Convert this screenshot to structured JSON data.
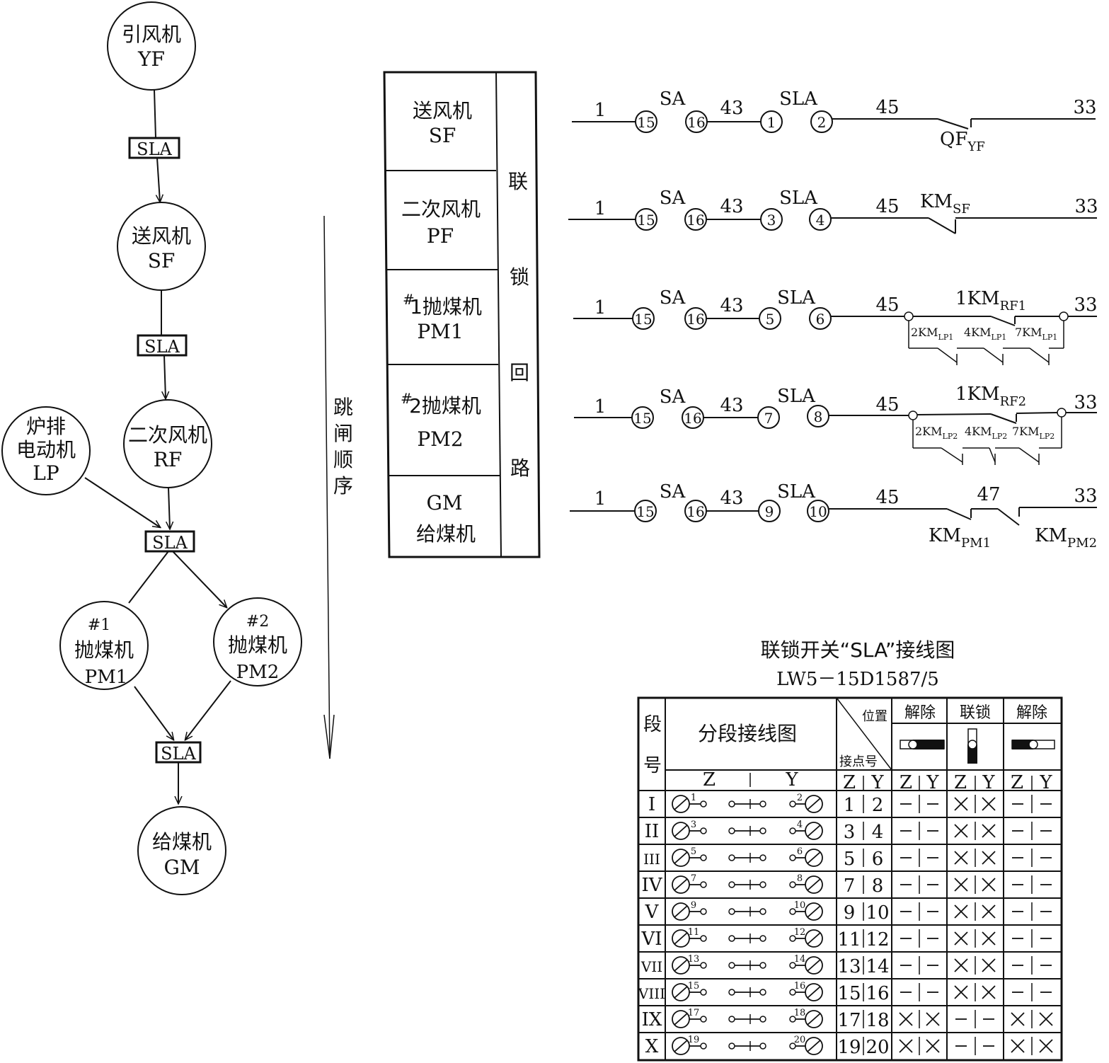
{
  "flow": {
    "yf": {
      "line1": "引风机",
      "line2": "YF"
    },
    "sf": {
      "line1": "送风机",
      "line2": "SF"
    },
    "rf": {
      "line1": "二次风机",
      "line2": "RF"
    },
    "lp": {
      "line1": "炉排",
      "line2": "电动机",
      "line3": "LP"
    },
    "pm1": {
      "sup": "#1",
      "line1": "抛煤机",
      "line2": "PM1"
    },
    "pm2": {
      "sup": "#2",
      "line1": "抛煤机",
      "line2": "PM2"
    },
    "gm": {
      "line1": "给煤机",
      "line2": "GM"
    },
    "sla_label": "SLA",
    "trip_order": [
      "跳",
      "闸",
      "顺",
      "序"
    ]
  },
  "table": {
    "rows": [
      {
        "l1": "送风机",
        "l2": "SF"
      },
      {
        "l1": "二次风机",
        "l2": "PF"
      },
      {
        "sup": "#",
        "l1": "1抛煤机",
        "l2": "PM1"
      },
      {
        "sup": "#",
        "l1": "2抛煤机",
        "l2": "PM2"
      },
      {
        "l1": "GM",
        "l2": "给煤机"
      }
    ],
    "right_label": [
      "联",
      "锁",
      "回",
      "路"
    ]
  },
  "circuits": {
    "n1": "1",
    "sa": "SA",
    "n43": "43",
    "sla": "SLA",
    "n45": "45",
    "n33": "33",
    "n47": "47",
    "c15": "15",
    "c16": "16",
    "pairs": [
      [
        "1",
        "2"
      ],
      [
        "3",
        "4"
      ],
      [
        "5",
        "6"
      ],
      [
        "7",
        "8"
      ],
      [
        "9",
        "10"
      ]
    ],
    "qf": {
      "main": "QF",
      "sub": "YF"
    },
    "kmsf": {
      "main": "KM",
      "sub": "SF"
    },
    "km_rf1": {
      "main": "1KM",
      "sub": "RF1"
    },
    "km_rf2": {
      "main": "1KM",
      "sub": "RF2"
    },
    "lp1": [
      {
        "main": "2KM",
        "sub": "LP1"
      },
      {
        "main": "4KM",
        "sub": "LP1"
      },
      {
        "main": "7KM",
        "sub": "LP1"
      }
    ],
    "lp2": [
      {
        "main": "2KM",
        "sub": "LP2"
      },
      {
        "main": "4KM",
        "sub": "LP2"
      },
      {
        "main": "7KM",
        "sub": "LP2"
      }
    ],
    "kmpm1": {
      "main": "KM",
      "sub": "PM1"
    },
    "kmpm2": {
      "main": "KM",
      "sub": "PM2"
    }
  },
  "sla_table": {
    "title": "联锁开关“SLA”接线图",
    "model": "LW5－15D1587/5",
    "h_duan": "段",
    "h_hao": "号",
    "h_wiring": "分段接线图",
    "h_pos": "位置",
    "h_contact": "接点号",
    "h_release1": "解除",
    "h_lock": "联锁",
    "h_release2": "解除",
    "z": "Z",
    "y": "Y",
    "rows": [
      {
        "seg": "I",
        "a": "1",
        "b": "2",
        "s": [
          "open",
          "cross",
          "open"
        ]
      },
      {
        "seg": "II",
        "a": "3",
        "b": "4",
        "s": [
          "open",
          "cross",
          "open"
        ]
      },
      {
        "seg": "III",
        "a": "5",
        "b": "6",
        "s": [
          "open",
          "cross",
          "open"
        ]
      },
      {
        "seg": "IV",
        "a": "7",
        "b": "8",
        "s": [
          "open",
          "cross",
          "open"
        ]
      },
      {
        "seg": "V",
        "a": "9",
        "b": "10",
        "s": [
          "open",
          "cross",
          "open"
        ]
      },
      {
        "seg": "VI",
        "a": "11",
        "b": "12",
        "s": [
          "open",
          "cross",
          "open"
        ]
      },
      {
        "seg": "VII",
        "a": "13",
        "b": "14",
        "s": [
          "open",
          "cross",
          "open"
        ]
      },
      {
        "seg": "VIII",
        "a": "15",
        "b": "16",
        "s": [
          "open",
          "cross",
          "open"
        ]
      },
      {
        "seg": "IX",
        "a": "17",
        "b": "18",
        "s": [
          "cross",
          "open",
          "cross"
        ]
      },
      {
        "seg": "X",
        "a": "19",
        "b": "20",
        "s": [
          "cross",
          "open",
          "cross"
        ]
      }
    ]
  }
}
